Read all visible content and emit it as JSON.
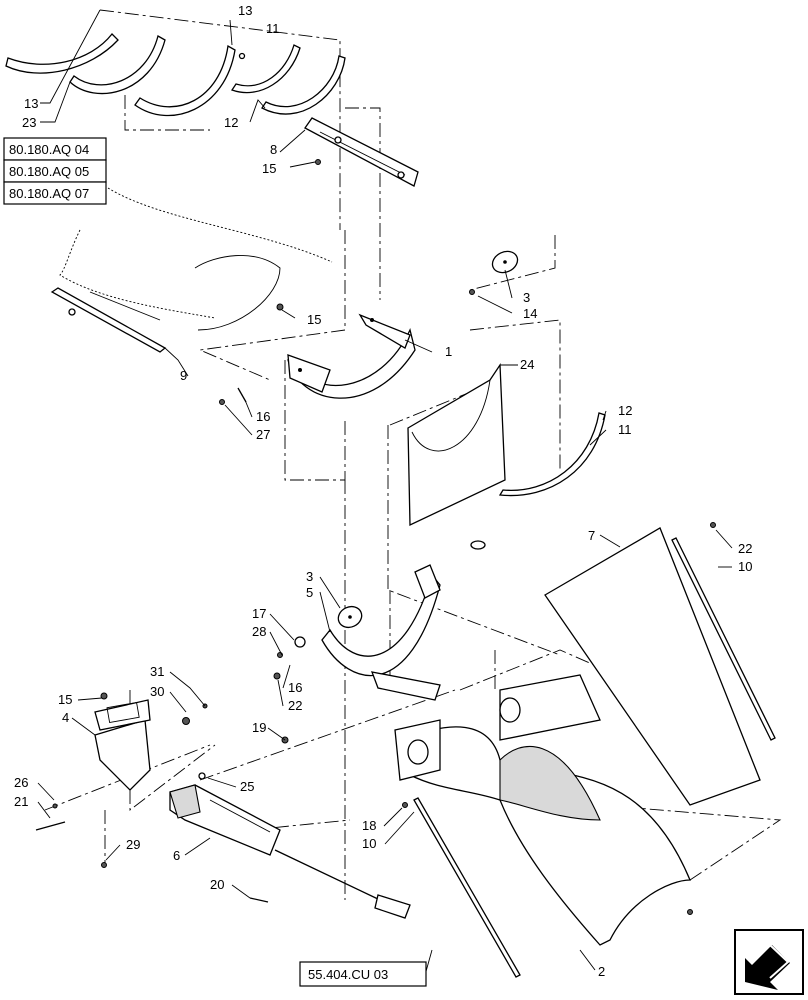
{
  "callouts": {
    "c1": "1",
    "c2": "2",
    "c3a": "3",
    "c3b": "3",
    "c4": "4",
    "c5": "5",
    "c6": "6",
    "c7": "7",
    "c8": "8",
    "c9": "9",
    "c10a": "10",
    "c10b": "10",
    "c11a": "11",
    "c11b": "11",
    "c12a": "12",
    "c12b": "12",
    "c13a": "13",
    "c13b": "13",
    "c14": "14",
    "c15a": "15",
    "c15b": "15",
    "c15c": "15",
    "c16a": "16",
    "c16b": "16",
    "c17": "17",
    "c18": "18",
    "c19": "19",
    "c20": "20",
    "c21": "21",
    "c22a": "22",
    "c22b": "22",
    "c23": "23",
    "c24": "24",
    "c25": "25",
    "c26": "26",
    "c27": "27",
    "c28": "28",
    "c29": "29",
    "c30": "30",
    "c31": "31"
  },
  "references": {
    "ref1": "80.180.AQ 04",
    "ref2": "80.180.AQ 05",
    "ref3": "80.180.AQ 07",
    "ref4": "55.404.CU 03"
  },
  "icons": {
    "nav": "arrow-navigation-icon"
  }
}
